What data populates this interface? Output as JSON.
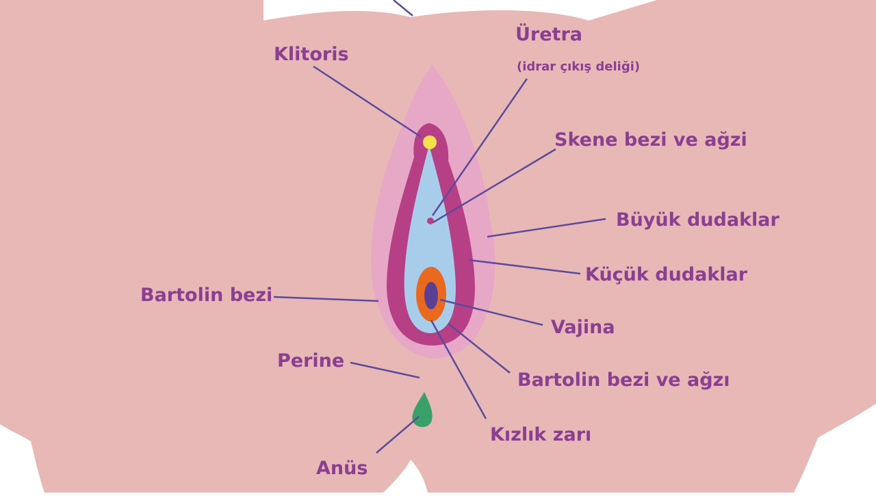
{
  "diagram": {
    "labels": {
      "klitoris": "Klitoris",
      "uretra": "Üretra",
      "uretra_note": "(idrar çıkış deliği)",
      "skene": "Skene bezi ve ağzi",
      "buyuk_dudaklar": "Büyük dudaklar",
      "kucuk_dudaklar": "Küçük dudaklar",
      "bartolin_bezi": "Bartolin bezi",
      "vajina": "Vajina",
      "bartolin_agzi": "Bartolin bezi ve ağzı",
      "perine": "Perine",
      "kizlik_zari": "Kızlık zarı",
      "anus": "Anüs"
    },
    "colors": {
      "skin": "#e8b8b6",
      "outer_labia": "#e7a7c6",
      "inner_labia": "#b73f86",
      "vestibule": "#a8cdea",
      "clitoris": "#f3e04a",
      "hymen": "#e9691f",
      "vaginal_opening": "#5b3f95",
      "anus": "#3aa06a",
      "label_text": "#8a3f92",
      "leader_line": "#5b4a9c"
    }
  }
}
